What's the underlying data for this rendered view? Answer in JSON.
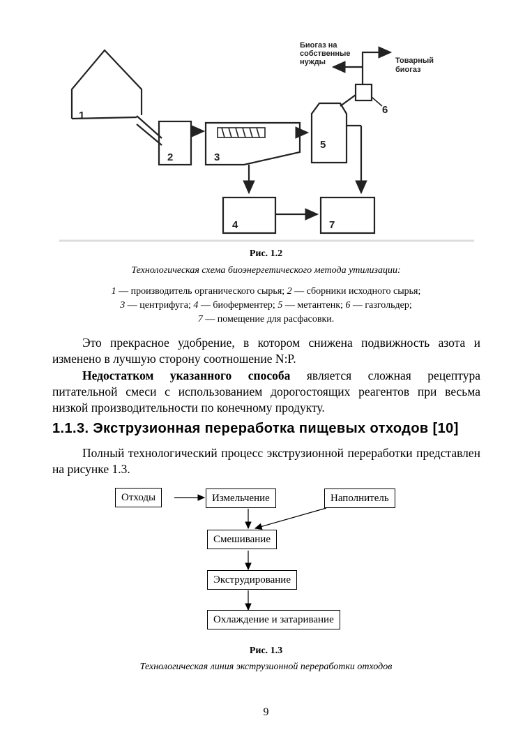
{
  "figure1": {
    "labels": {
      "n1": "1",
      "n2": "2",
      "n3": "3",
      "n4": "4",
      "n5": "5",
      "n6": "6",
      "n7": "7",
      "biogas_own_1": "Биогаз на",
      "biogas_own_2": "собственные",
      "biogas_own_3": "нужды",
      "commercial_1": "Товарный",
      "commercial_2": "биогаз"
    },
    "caption_title": "Рис. 1.2",
    "caption_subtitle": "Технологическая схема биоэнергетического метода утилизации:",
    "legend": [
      {
        "num": "1",
        "text": " — производитель органического сырья; "
      },
      {
        "num": "2",
        "text": " — сборники исходного сырья;"
      },
      {
        "num": "3",
        "text": " — центрифуга; "
      },
      {
        "num": "4",
        "text": " — биоферментер; "
      },
      {
        "num": "5",
        "text": " — метантенк; "
      },
      {
        "num": "6",
        "text": " — газгольдер;"
      },
      {
        "num": "7",
        "text": " — помещение для расфасовки."
      }
    ]
  },
  "paragraph1": "Это прекрасное удобрение, в котором снижена подвижность азота и изменено в лучшую сторону соотношение N:P.",
  "paragraph2": {
    "bold": "Недостатком указанного способа",
    "rest": " является сложная рецептура питательной смеси с использованием дорогостоящих реагентов при весьма низкой производительности по конечному продукту."
  },
  "heading": "1.1.3. Экструзионная переработка пищевых отходов [10]",
  "paragraph3": "Полный технологический процесс экструзионной переработки представлен на рисунке 1.3.",
  "figure2": {
    "boxes": {
      "waste": "Отходы",
      "grinding": "Измельчение",
      "filler": "Наполнитель",
      "mixing": "Смешивание",
      "extrusion": "Экструдирование",
      "cooling": "Охлаждение и затаривание"
    },
    "caption_title": "Рис. 1.3",
    "caption_subtitle": "Технологическая линия экструзионной переработки отходов"
  },
  "page_number": "9"
}
